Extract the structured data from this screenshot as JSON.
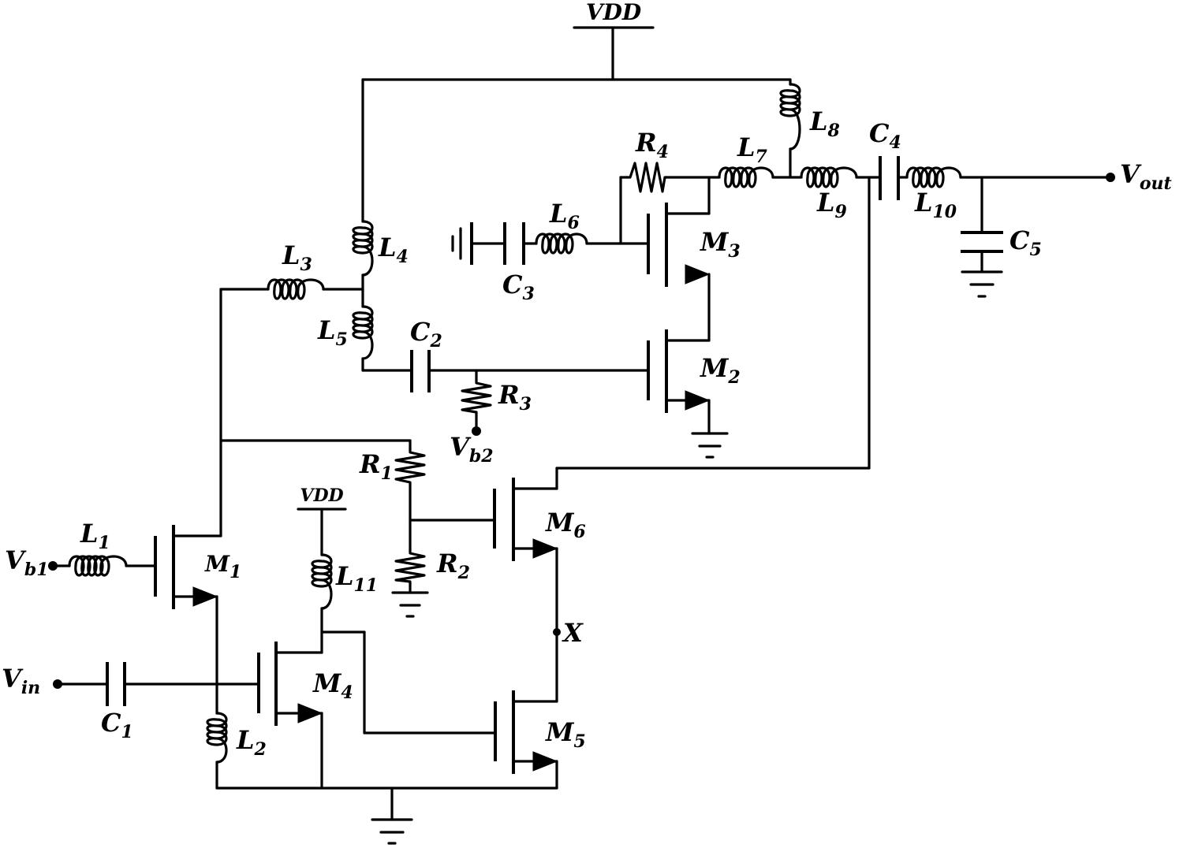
{
  "supply": {
    "vdd_top": "VDD",
    "vdd_local": "VDD"
  },
  "ports": {
    "vin": {
      "main": "V",
      "sub": "in"
    },
    "vout": {
      "main": "V",
      "sub": "out"
    },
    "vb1": {
      "main": "V",
      "sub": "b1"
    },
    "vb2": {
      "main": "V",
      "sub": "b2"
    },
    "node_x": "X"
  },
  "inductors": {
    "L1": {
      "main": "L",
      "sub": "1"
    },
    "L2": {
      "main": "L",
      "sub": "2"
    },
    "L3": {
      "main": "L",
      "sub": "3"
    },
    "L4": {
      "main": "L",
      "sub": "4"
    },
    "L5": {
      "main": "L",
      "sub": "5"
    },
    "L6": {
      "main": "L",
      "sub": "6"
    },
    "L7": {
      "main": "L",
      "sub": "7"
    },
    "L8": {
      "main": "L",
      "sub": "8"
    },
    "L9": {
      "main": "L",
      "sub": "9"
    },
    "L10": {
      "main": "L",
      "sub": "10"
    },
    "L11": {
      "main": "L",
      "sub": "11"
    }
  },
  "capacitors": {
    "C1": {
      "main": "C",
      "sub": "1"
    },
    "C2": {
      "main": "C",
      "sub": "2"
    },
    "C3": {
      "main": "C",
      "sub": "3"
    },
    "C4": {
      "main": "C",
      "sub": "4"
    },
    "C5": {
      "main": "C",
      "sub": "5"
    }
  },
  "resistors": {
    "R1": {
      "main": "R",
      "sub": "1"
    },
    "R2": {
      "main": "R",
      "sub": "2"
    },
    "R3": {
      "main": "R",
      "sub": "3"
    },
    "R4": {
      "main": "R",
      "sub": "4"
    }
  },
  "transistors": {
    "M1": {
      "main": "M",
      "sub": "1"
    },
    "M2": {
      "main": "M",
      "sub": "2"
    },
    "M3": {
      "main": "M",
      "sub": "3"
    },
    "M4": {
      "main": "M",
      "sub": "4"
    },
    "M5": {
      "main": "M",
      "sub": "5"
    },
    "M6": {
      "main": "M",
      "sub": "6"
    }
  }
}
